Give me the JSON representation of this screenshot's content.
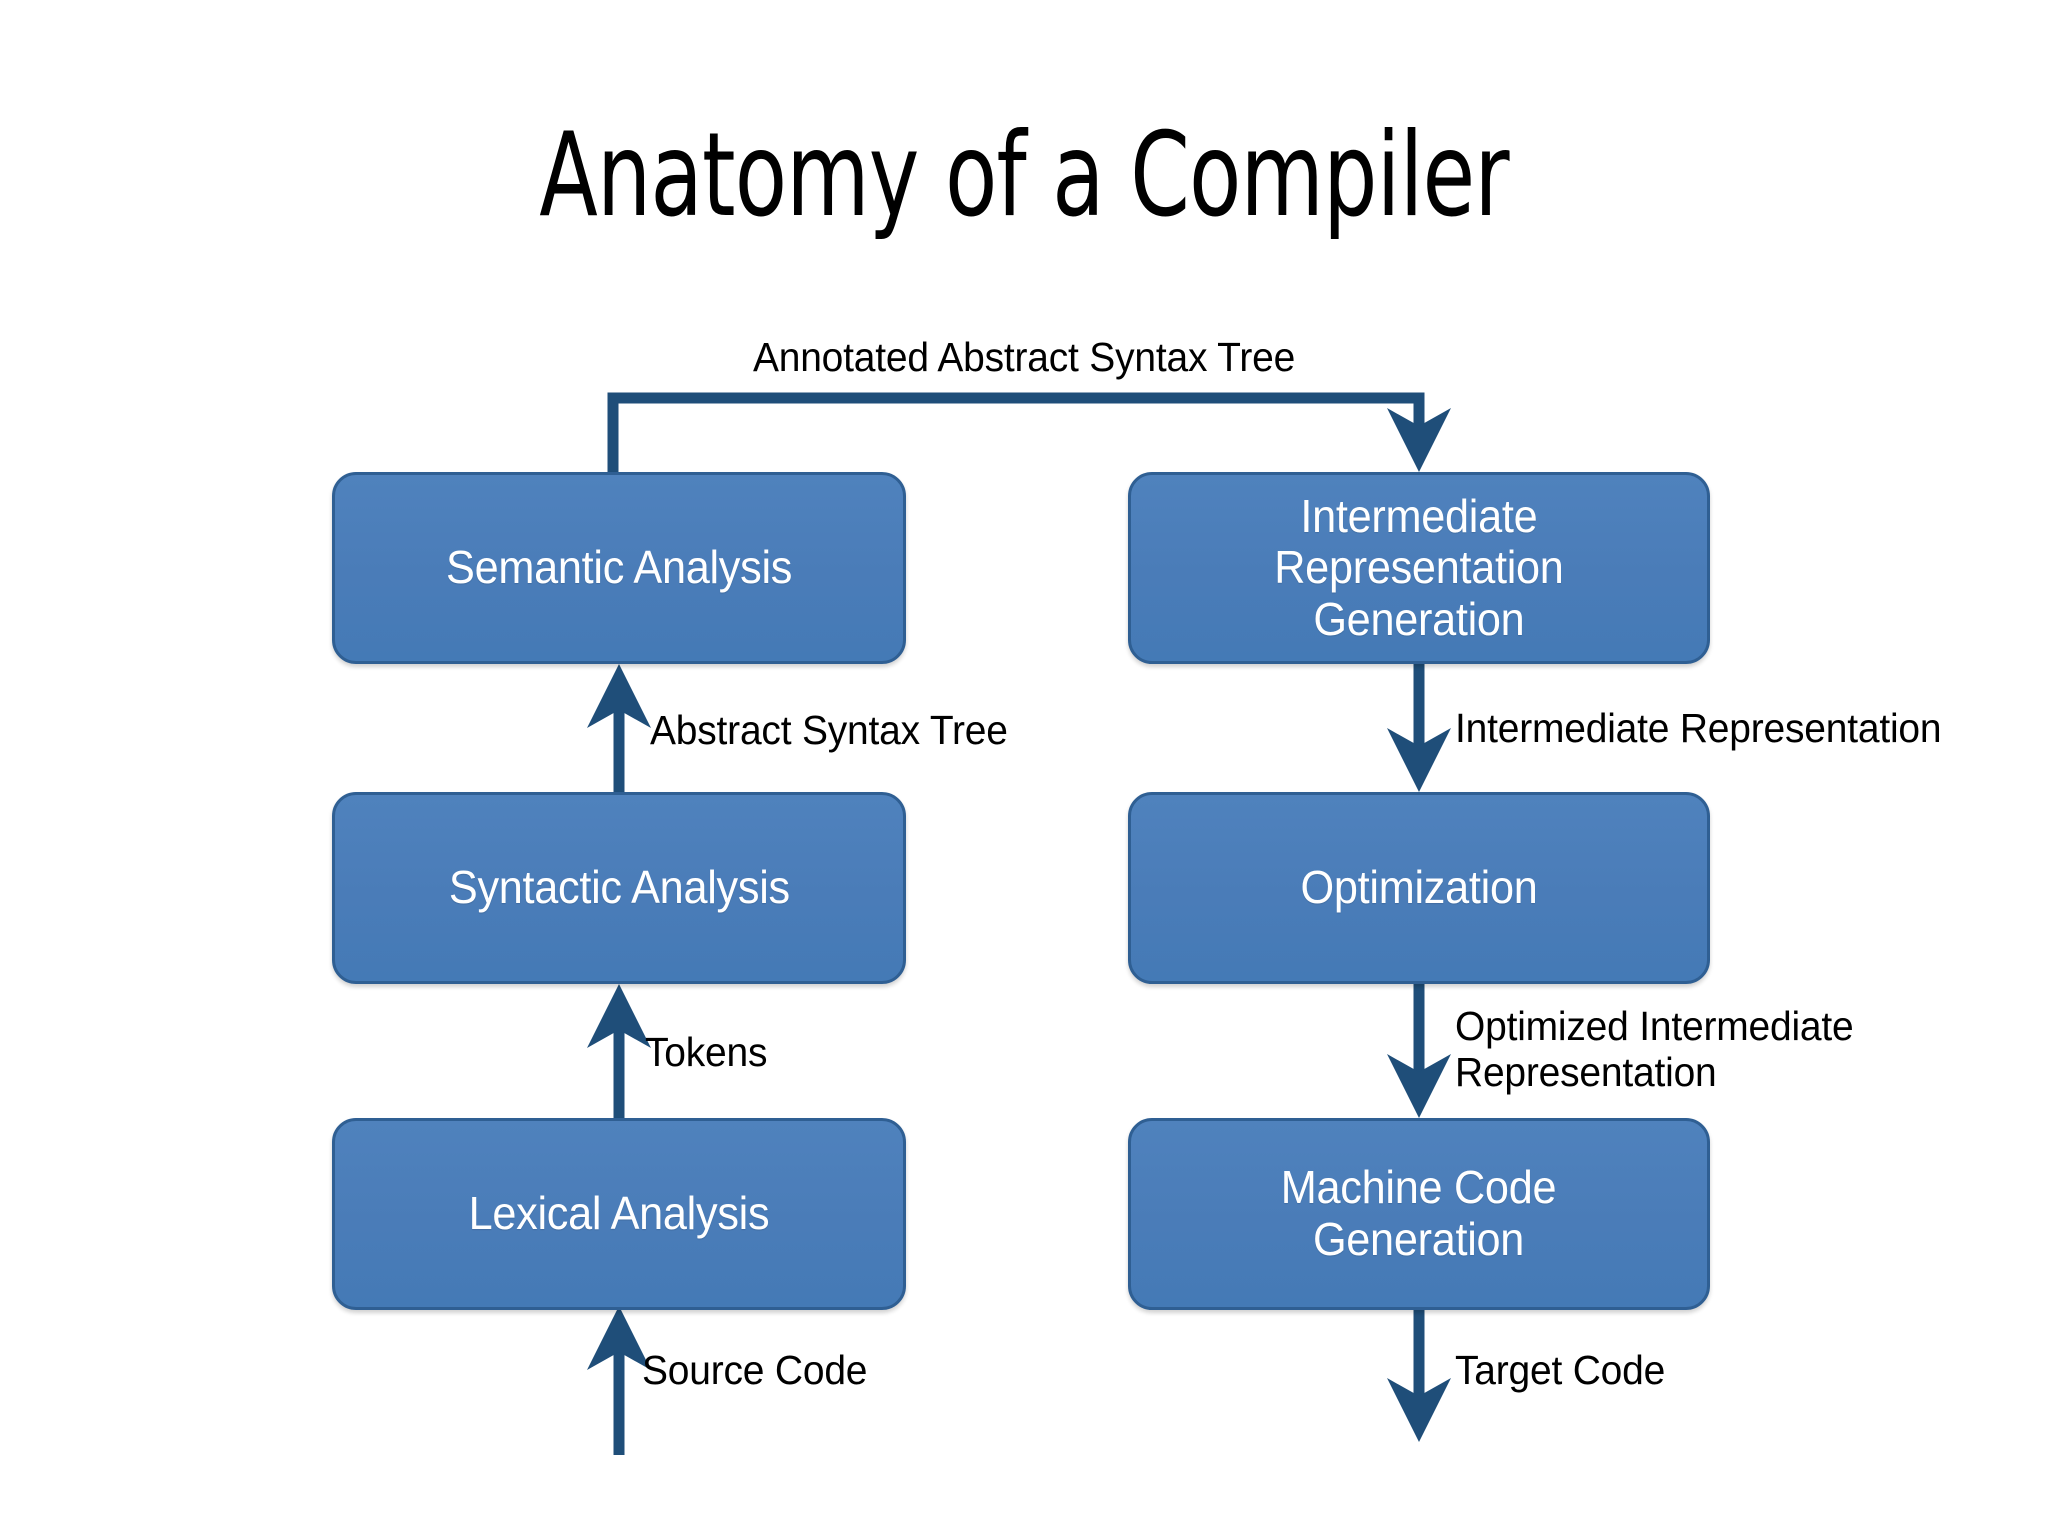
{
  "slide": {
    "title": "Anatomy of a Compiler",
    "background_color": "#FFFFFF"
  },
  "theme": {
    "box_fill": "#4A7EBB",
    "box_border": "#2F5F93",
    "box_text": "#FFFFFF",
    "arrow_color": "#1F4E79",
    "label_text": "#000000"
  },
  "diagram": {
    "type": "flowchart",
    "left_column": {
      "name": "front-end",
      "flow_direction": "bottom-to-top",
      "boxes": [
        {
          "id": "lexical",
          "label": "Lexical Analysis"
        },
        {
          "id": "syntactic",
          "label": "Syntactic Analysis"
        },
        {
          "id": "semantic",
          "label": "Semantic Analysis"
        }
      ]
    },
    "right_column": {
      "name": "back-end",
      "flow_direction": "top-to-bottom",
      "boxes": [
        {
          "id": "ir",
          "label": "Intermediate\nRepresentation\nGeneration"
        },
        {
          "id": "opt",
          "label": "Optimization"
        },
        {
          "id": "machine",
          "label": "Machine Code\nGeneration"
        }
      ]
    },
    "edges": [
      {
        "id": "source-code",
        "label": "Source Code",
        "from": "input",
        "to": "lexical",
        "direction": "up"
      },
      {
        "id": "tokens",
        "label": "Tokens",
        "from": "lexical",
        "to": "syntactic",
        "direction": "up"
      },
      {
        "id": "ast",
        "label": "Abstract Syntax Tree",
        "from": "syntactic",
        "to": "semantic",
        "direction": "up"
      },
      {
        "id": "annotated-ast",
        "label": "Annotated Abstract Syntax Tree",
        "from": "semantic",
        "to": "ir",
        "direction": "bridge-right"
      },
      {
        "id": "ir-edge",
        "label": "Intermediate Representation",
        "from": "ir",
        "to": "opt",
        "direction": "down"
      },
      {
        "id": "oir",
        "label": "Optimized Intermediate\nRepresentation",
        "from": "opt",
        "to": "machine",
        "direction": "down"
      },
      {
        "id": "target-code",
        "label": "Target Code",
        "from": "machine",
        "to": "output",
        "direction": "down"
      }
    ]
  }
}
